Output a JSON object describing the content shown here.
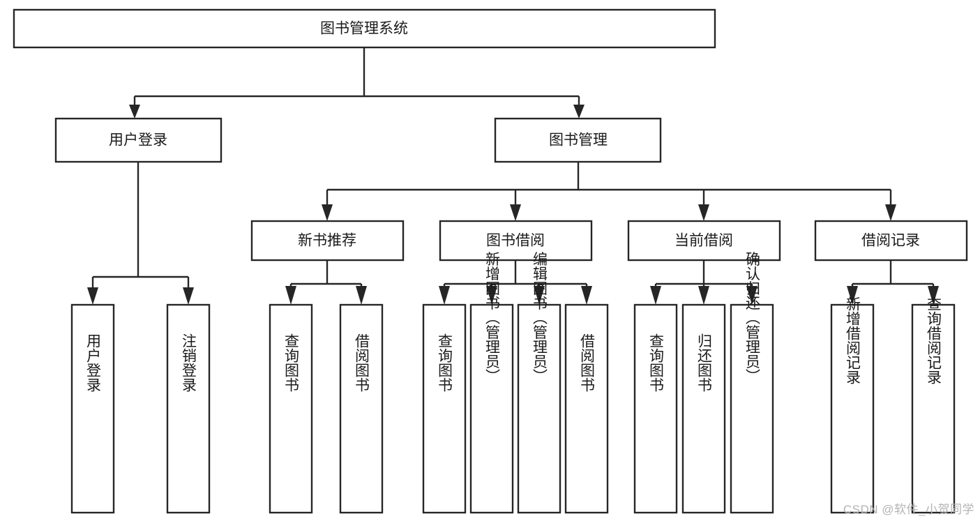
{
  "diagram": {
    "title": "图书管理系统",
    "type": "tree-hierarchy-chart",
    "colors": {
      "stroke": "#262626",
      "fill": "#ffffff",
      "text": "#1a1a1a",
      "watermark": "#b3b3b3"
    },
    "watermark": "CSDN @软件_小贺同学",
    "levels": {
      "level1": [
        {
          "id": "root",
          "label": "图书管理系统",
          "orientation": "horizontal"
        }
      ],
      "level2": [
        {
          "id": "user-login",
          "label": "用户登录",
          "orientation": "horizontal"
        },
        {
          "id": "book-manage",
          "label": "图书管理",
          "orientation": "horizontal"
        }
      ],
      "level3": [
        {
          "id": "new-book-rec",
          "label": "新书推荐",
          "orientation": "horizontal"
        },
        {
          "id": "book-borrow",
          "label": "图书借阅",
          "orientation": "horizontal"
        },
        {
          "id": "current-borrow",
          "label": "当前借阅",
          "orientation": "horizontal"
        },
        {
          "id": "borrow-record",
          "label": "借阅记录",
          "orientation": "horizontal"
        }
      ],
      "level4": [
        {
          "id": "leaf-user-login",
          "label": "用户登录",
          "orientation": "vertical",
          "parent": "user-login"
        },
        {
          "id": "leaf-logout",
          "label": "注销登录",
          "orientation": "vertical",
          "parent": "user-login"
        },
        {
          "id": "leaf-query-book-1",
          "label": "查询图书",
          "orientation": "vertical",
          "parent": "new-book-rec"
        },
        {
          "id": "leaf-borrow-book-1",
          "label": "借阅图书",
          "orientation": "vertical",
          "parent": "new-book-rec"
        },
        {
          "id": "leaf-query-book-2",
          "label": "查询图书",
          "orientation": "vertical",
          "parent": "book-borrow"
        },
        {
          "id": "leaf-add-book",
          "label": "新增图书（管理员）",
          "orientation": "vertical",
          "parent": "book-borrow"
        },
        {
          "id": "leaf-edit-book",
          "label": "编辑图书（管理员）",
          "orientation": "vertical",
          "parent": "book-borrow"
        },
        {
          "id": "leaf-borrow-book-2",
          "label": "借阅图书",
          "orientation": "vertical",
          "parent": "book-borrow"
        },
        {
          "id": "leaf-query-book-3",
          "label": "查询图书",
          "orientation": "vertical",
          "parent": "current-borrow"
        },
        {
          "id": "leaf-return-book",
          "label": "归还图书",
          "orientation": "vertical",
          "parent": "current-borrow"
        },
        {
          "id": "leaf-confirm-return",
          "label": "确认归还（管理员）",
          "orientation": "vertical",
          "parent": "current-borrow"
        },
        {
          "id": "leaf-add-record",
          "label": "新增借阅记录",
          "orientation": "vertical",
          "parent": "borrow-record"
        },
        {
          "id": "leaf-query-record",
          "label": "查询借阅记录",
          "orientation": "vertical",
          "parent": "borrow-record"
        }
      ]
    }
  }
}
